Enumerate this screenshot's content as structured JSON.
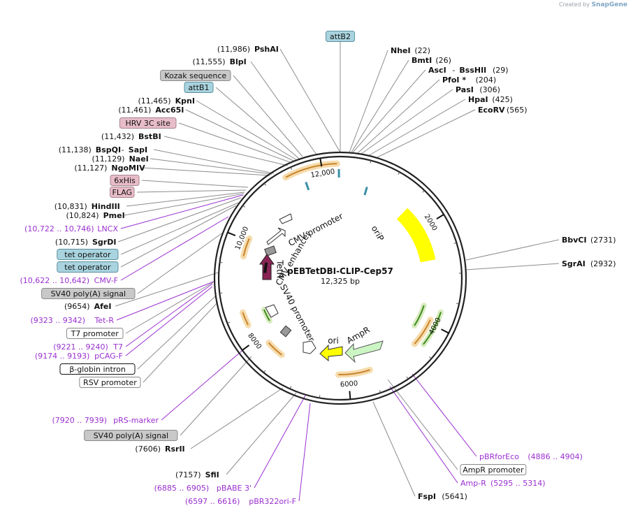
{
  "credit": {
    "created_by": "Created by",
    "brand": "SnapGene"
  },
  "plasmid": {
    "name": "pEBTetDBI-CLIP-Cep57",
    "length": "12,325 bp",
    "bp": 12325
  },
  "ticks": [
    {
      "pos": 2000,
      "label": "2000"
    },
    {
      "pos": 4000,
      "label": "4000"
    },
    {
      "pos": 6000,
      "label": "6000"
    },
    {
      "pos": 8000,
      "label": "8000"
    },
    {
      "pos": 10000,
      "label": "10,000"
    },
    {
      "pos": 12000,
      "label": "12,000"
    }
  ],
  "colors": {
    "ring": "#222222",
    "enzyme_line": "#8c8c8c",
    "primer": "#9a2fd0",
    "primer_text": "#9a2fd0",
    "orf_fill": "#f6dcae",
    "orf_arrow": "#c8832b",
    "tet_fill": "#d8ecc0",
    "tet_arrow": "#3f8a1e",
    "orip": "#ffff00",
    "ampr": "#ccf5c4",
    "ori": "#ffff00",
    "tetr": "#8a2454"
  },
  "labels": [
    {
      "kind": "enzyme",
      "name": "PshAI",
      "pos": "(11,986)"
    },
    {
      "kind": "enzyme",
      "name": "BlpI",
      "pos": "(11,555)"
    },
    {
      "kind": "feature",
      "name": "Kozak sequence",
      "style": "gray"
    },
    {
      "kind": "feature",
      "name": "attB1",
      "style": "blue"
    },
    {
      "kind": "enzyme",
      "name": "KpnI",
      "pos": "(11,465)"
    },
    {
      "kind": "enzyme",
      "name": "Acc65I",
      "pos": "(11,461)"
    },
    {
      "kind": "feature",
      "name": "HRV 3C site",
      "style": "pink"
    },
    {
      "kind": "enzyme",
      "name": "BstBI",
      "pos": "(11,432)"
    },
    {
      "kind": "enzyme",
      "name": "BspQI",
      "name2": "SapI",
      "pos": "(11,138)"
    },
    {
      "kind": "enzyme",
      "name": "NaeI",
      "pos": "(11,129)"
    },
    {
      "kind": "enzyme",
      "name": "NgoMIV",
      "pos": "(11,127)"
    },
    {
      "kind": "feature",
      "name": "6xHis",
      "style": "pink"
    },
    {
      "kind": "feature",
      "name": "FLAG",
      "style": "pink"
    },
    {
      "kind": "enzyme",
      "name": "HindIII",
      "pos": "(10,831)"
    },
    {
      "kind": "enzyme",
      "name": "PmeI",
      "pos": "(10,824)"
    },
    {
      "kind": "primer",
      "name": "LNCX",
      "pos": "(10,722 .. 10,746)"
    },
    {
      "kind": "enzyme",
      "name": "SgrDI",
      "pos": "(10,715)"
    },
    {
      "kind": "feature",
      "name": "tet operator",
      "style": "blue"
    },
    {
      "kind": "feature",
      "name": "tet operator",
      "style": "blue"
    },
    {
      "kind": "primer",
      "name": "CMV-F",
      "pos": "(10,622 .. 10,642)"
    },
    {
      "kind": "feature",
      "name": "SV40 poly(A) signal",
      "style": "gray"
    },
    {
      "kind": "enzyme",
      "name": "AfeI",
      "pos": "(9654)"
    },
    {
      "kind": "primer",
      "name": "Tet-R",
      "pos": "(9323 .. 9342)"
    },
    {
      "kind": "feature",
      "name": "T7 promoter",
      "style": "white"
    },
    {
      "kind": "primer",
      "name": "T7",
      "pos": "(9221 .. 9240)"
    },
    {
      "kind": "primer",
      "name": "pCAG-F",
      "pos": "(9174 .. 9193)"
    },
    {
      "kind": "feature",
      "name": "β-globin intron",
      "style": "whitedark"
    },
    {
      "kind": "feature",
      "name": "RSV promoter",
      "style": "white"
    },
    {
      "kind": "primer",
      "name": "pRS-marker",
      "pos": "(7920 .. 7939)"
    },
    {
      "kind": "feature",
      "name": "SV40 poly(A) signal",
      "style": "gray"
    },
    {
      "kind": "enzyme",
      "name": "RsrII",
      "pos": "(7606)"
    },
    {
      "kind": "enzyme",
      "name": "SfiI",
      "pos": "(7157)"
    },
    {
      "kind": "primer",
      "name": "pBABE 3'",
      "pos": "(6885 .. 6905)"
    },
    {
      "kind": "primer",
      "name": "pBR322ori-F",
      "pos": "(6597 .. 6616)"
    },
    {
      "kind": "enzyme",
      "name": "FspI",
      "pos": "(5641)"
    },
    {
      "kind": "primer",
      "name": "Amp-R",
      "pos": "(5295 .. 5314)"
    },
    {
      "kind": "feature",
      "name": "AmpR promoter",
      "style": "white"
    },
    {
      "kind": "primer",
      "name": "pBRforEco",
      "pos": "(4886 .. 4904)"
    },
    {
      "kind": "enzyme",
      "name": "SgrAI",
      "pos": "(2932)"
    },
    {
      "kind": "enzyme",
      "name": "BbvCI",
      "pos": "(2731)"
    },
    {
      "kind": "enzyme",
      "name": "EcoRV",
      "pos": "(565)"
    },
    {
      "kind": "enzyme",
      "name": "HpaI",
      "pos": "(425)"
    },
    {
      "kind": "enzyme",
      "name": "PasI",
      "pos": "(306)"
    },
    {
      "kind": "enzyme",
      "name": "PfoI *",
      "pos": "(204)"
    },
    {
      "kind": "enzyme",
      "name": "AscI",
      "name2": "BssHII",
      "pos": "(29)"
    },
    {
      "kind": "enzyme",
      "name": "BmtI",
      "pos": "(26)"
    },
    {
      "kind": "enzyme",
      "name": "NheI",
      "pos": "(22)"
    },
    {
      "kind": "feature",
      "name": "attB2",
      "style": "blue"
    }
  ],
  "inner_labels": [
    {
      "name": "oriP"
    },
    {
      "name": "AmpR"
    },
    {
      "name": "ori"
    },
    {
      "name": "SV40 promoter"
    },
    {
      "name": "TetR"
    },
    {
      "name": "CMV enhancer"
    },
    {
      "name": "CMV promoter"
    }
  ]
}
